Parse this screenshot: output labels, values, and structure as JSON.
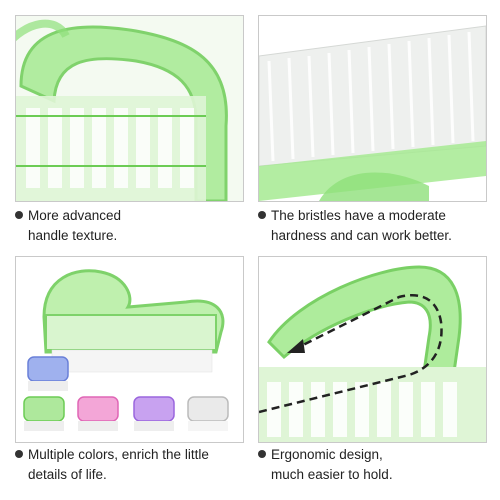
{
  "panels": [
    {
      "caption_line1": "More advanced",
      "caption_line2": "handle texture."
    },
    {
      "caption_line1": "The bristles have a moderate",
      "caption_line2": "hardness and can work better."
    },
    {
      "caption_line1": "Multiple colors, enrich the little",
      "caption_line2": "details of life."
    },
    {
      "caption_line1": "Ergonomic design,",
      "caption_line2": "much easier to hold."
    }
  ],
  "colors": {
    "brush_green": "#8fe07a",
    "brush_green_dark": "#5fbf4a",
    "bristle": "#f2f4f2",
    "swatches": [
      "#7b8fe0",
      "#8fe07a",
      "#ee7fc4",
      "#b07be8",
      "#d8d8d8"
    ]
  }
}
